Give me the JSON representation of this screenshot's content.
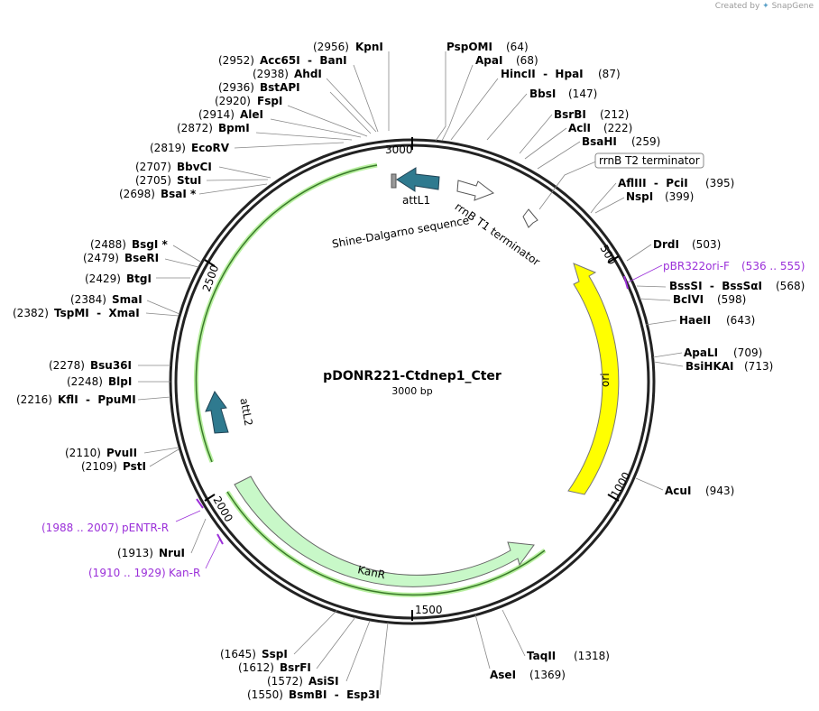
{
  "credit": {
    "created_by": "Created by",
    "brand": "SnapGene"
  },
  "plasmid": {
    "name": "pDONR221-Ctdnep1_Cter",
    "size_label": "3000 bp",
    "length": 3000
  },
  "ticks": [
    "500",
    "1000",
    "1500",
    "2000",
    "2500",
    "3000"
  ],
  "features": {
    "ori": "ori",
    "kanr": "KanR",
    "attl1": "attL1",
    "attl2": "attL2",
    "rrnb_t1": "rrnB T1 terminator",
    "shine": "Shine-Dalgarno sequence",
    "rrnb_t2": "rrnB T2 terminator"
  },
  "primers": {
    "pbr": {
      "name": "pBR322ori-F",
      "range": "(536 .. 555)"
    },
    "pentr": {
      "name": "pENTR-R",
      "range": "(1988 .. 2007)"
    },
    "kanr": {
      "name": "Kan-R",
      "range": "(1910 .. 1929)"
    }
  },
  "sites_right": [
    {
      "name": "PspOMI",
      "pos": "(64)"
    },
    {
      "name": "ApaI",
      "pos": "(68)"
    },
    {
      "name": "HincII  -  HpaI",
      "pos": "(87)"
    },
    {
      "name": "BbsI",
      "pos": "(147)"
    },
    {
      "name": "BsrBI",
      "pos": "(212)"
    },
    {
      "name": "AclI",
      "pos": "(222)"
    },
    {
      "name": "BsaHI",
      "pos": "(259)"
    },
    {
      "name": "AflIII  -  PciI",
      "pos": "(395)"
    },
    {
      "name": "NspI",
      "pos": "(399)"
    },
    {
      "name": "DrdI",
      "pos": "(503)"
    },
    {
      "name": "BssSI  -  BssSαI",
      "pos": "(568)"
    },
    {
      "name": "BclVI",
      "pos": "(598)"
    },
    {
      "name": "HaeII",
      "pos": "(643)"
    },
    {
      "name": "ApaLI",
      "pos": "(709)"
    },
    {
      "name": "BsiHKAI",
      "pos": "(713)"
    },
    {
      "name": "AcuI",
      "pos": "(943)"
    },
    {
      "name": "TaqII",
      "pos": "(1318)"
    },
    {
      "name": "AseI",
      "pos": "(1369)"
    }
  ],
  "sites_left": [
    {
      "name": "KpnI",
      "pos": "(2956)"
    },
    {
      "name": "Acc65I  -  BanI",
      "pos": "(2952)"
    },
    {
      "name": "AhdI",
      "pos": "(2938)"
    },
    {
      "name": "BstAPI",
      "pos": "(2936)"
    },
    {
      "name": "FspI",
      "pos": "(2920)"
    },
    {
      "name": "AleI",
      "pos": "(2914)"
    },
    {
      "name": "BpmI",
      "pos": "(2872)"
    },
    {
      "name": "EcoRV",
      "pos": "(2819)"
    },
    {
      "name": "BbvCI",
      "pos": "(2707)"
    },
    {
      "name": "StuI",
      "pos": "(2705)"
    },
    {
      "name": "BsaI *",
      "pos": "(2698)"
    },
    {
      "name": "BsgI *",
      "pos": "(2488)"
    },
    {
      "name": "BseRI",
      "pos": "(2479)"
    },
    {
      "name": "BtgI",
      "pos": "(2429)"
    },
    {
      "name": "SmaI",
      "pos": "(2384)"
    },
    {
      "name": "TspMI  -  XmaI",
      "pos": "(2382)"
    },
    {
      "name": "Bsu36I",
      "pos": "(2278)"
    },
    {
      "name": "BlpI",
      "pos": "(2248)"
    },
    {
      "name": "KflI  -  PpuMI",
      "pos": "(2216)"
    },
    {
      "name": "PvuII",
      "pos": "(2110)"
    },
    {
      "name": "PstI",
      "pos": "(2109)"
    },
    {
      "name": "NruI",
      "pos": "(1913)"
    },
    {
      "name": "SspI",
      "pos": "(1645)"
    },
    {
      "name": "BsrFI",
      "pos": "(1612)"
    },
    {
      "name": "AsiSI",
      "pos": "(1572)"
    },
    {
      "name": "BsmBI  -  Esp3I",
      "pos": "(1550)"
    }
  ]
}
